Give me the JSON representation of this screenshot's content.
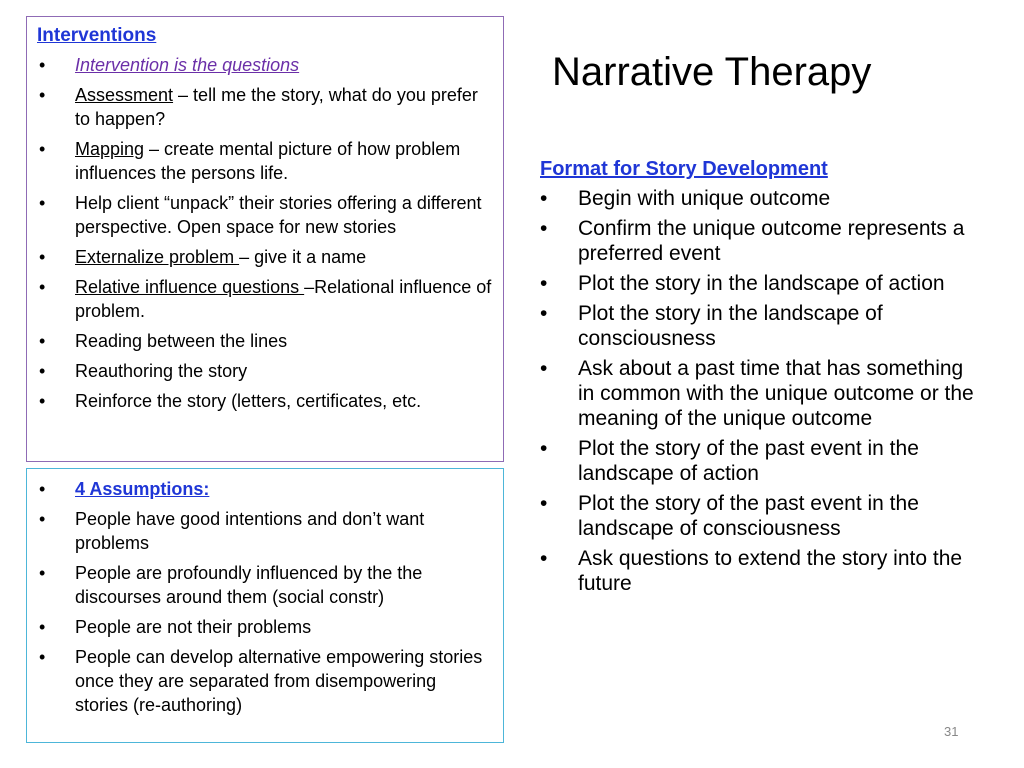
{
  "slide": {
    "title": "Narrative Therapy",
    "page_number": "31"
  },
  "interventions": {
    "heading": "Interventions",
    "bullet_glyph": "•",
    "items": [
      {
        "lead": "Intervention is the questions",
        "rest": ""
      },
      {
        "lead": "Assessment",
        "rest": " – tell me the story, what do you prefer to happen?"
      },
      {
        "lead": "Mapping",
        "rest": " – create mental picture of how problem influences the persons life."
      },
      {
        "lead": "",
        "rest": "Help client “unpack” their stories offering a different perspective.  Open space for new stories"
      },
      {
        "lead": "Externalize problem ",
        "rest": "– give it a name"
      },
      {
        "lead": "Relative influence questions ",
        "rest": "–Relational influence of problem."
      },
      {
        "lead": "",
        "rest": "Reading between the lines"
      },
      {
        "lead": "",
        "rest": "Reauthoring the story"
      },
      {
        "lead": "",
        "rest": "Reinforce the story (letters, certificates, etc."
      }
    ]
  },
  "assumptions": {
    "heading": "4 Assumptions:",
    "items": [
      "People have good intentions and don’t want problems",
      "People are profoundly influenced by the the discourses around them (social constr)",
      "People are not their problems",
      "People can develop alternative empowering stories once they are separated from disempowering stories (re-authoring)"
    ]
  },
  "format": {
    "heading": "Format for Story Development",
    "items": [
      "Begin with unique outcome",
      "Confirm the unique outcome represents a preferred event",
      "Plot the story in the landscape of action",
      "Plot the story in the landscape of consciousness",
      "Ask about a past time that has something in common with the unique outcome or the meaning of the unique outcome",
      "Plot the story of the past event in the landscape of action",
      "Plot the story of the past event in the landscape of consciousness",
      "Ask questions to extend the story into the future"
    ]
  },
  "colors": {
    "heading_blue": "#1f36d6",
    "italic_purple": "#6b2fa8",
    "interventions_border": "#8f6bb5",
    "assumptions_border": "#4db6d9"
  }
}
